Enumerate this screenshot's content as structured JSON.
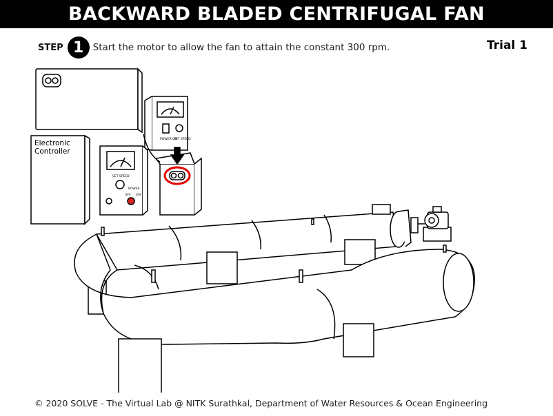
{
  "header": {
    "title": "BACKWARD BLADED CENTRIFUGAL FAN"
  },
  "step": {
    "label": "STEP",
    "number": "1",
    "instruction": "Start the motor to allow the fan to attain the constant 300 rpm."
  },
  "trial": {
    "label": "Trial 1"
  },
  "panel": {
    "controller_line1": "Electronic",
    "controller_line2": "Controller",
    "set_speed": "SET SPEED",
    "power": "POWER",
    "off": "OFF",
    "on": "ON",
    "power_on": "POWER ON"
  },
  "colors": {
    "highlight": "#e00000",
    "indicator": "#dd2222"
  },
  "footer": {
    "text": "© 2020 SOLVE - The Virtual Lab @ NITK Surathkal, Department of Water Resources & Ocean Engineering"
  }
}
